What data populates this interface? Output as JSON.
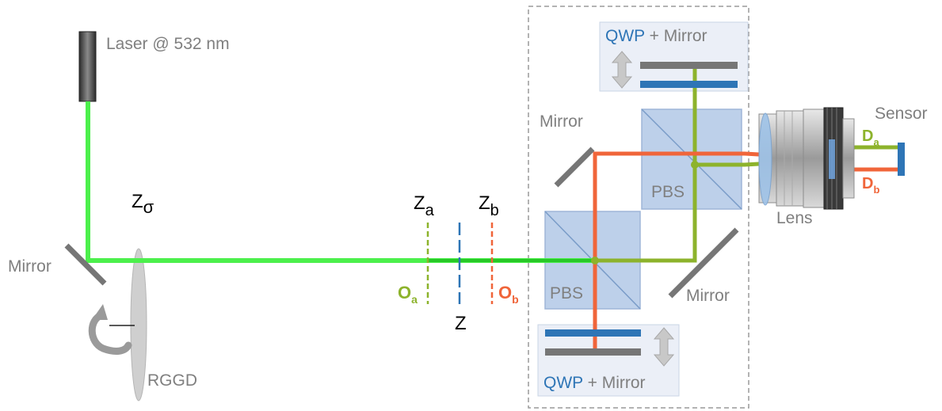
{
  "labels": {
    "laser": "Laser @ 532 nm",
    "mirror_left": "Mirror",
    "rggd": "RGGD",
    "z_sigma_main": "Z",
    "z_sigma_sub": "σ",
    "z_a_main": "Z",
    "z_a_sub": "a",
    "z_b_main": "Z",
    "z_b_sub": "b",
    "z": "Z",
    "o_a_main": "O",
    "o_a_sub": "a",
    "o_b_main": "O",
    "o_b_sub": "b",
    "pbs_bottom": "PBS",
    "pbs_top": "PBS",
    "mirror_top": "Mirror",
    "mirror_bottom": "Mirror",
    "qwp_top": "QWP",
    "qwp_top_rest": " + Mirror",
    "qwp_bottom": "QWP",
    "qwp_bottom_rest": " + Mirror",
    "lens": "Lens",
    "sensor": "Sensor",
    "d_a_main": "D",
    "d_a_sub": "a",
    "d_b_main": "D",
    "d_b_sub": "b"
  },
  "colors": {
    "laser_beam": "#4cf04c",
    "path_a": "#8db32c",
    "path_b": "#f0653a",
    "gray_text": "#7f7f7f",
    "qwp_blue": "#2e75b6",
    "pbs_fill": "#bdd0ea",
    "mirror_gray": "#767676"
  }
}
